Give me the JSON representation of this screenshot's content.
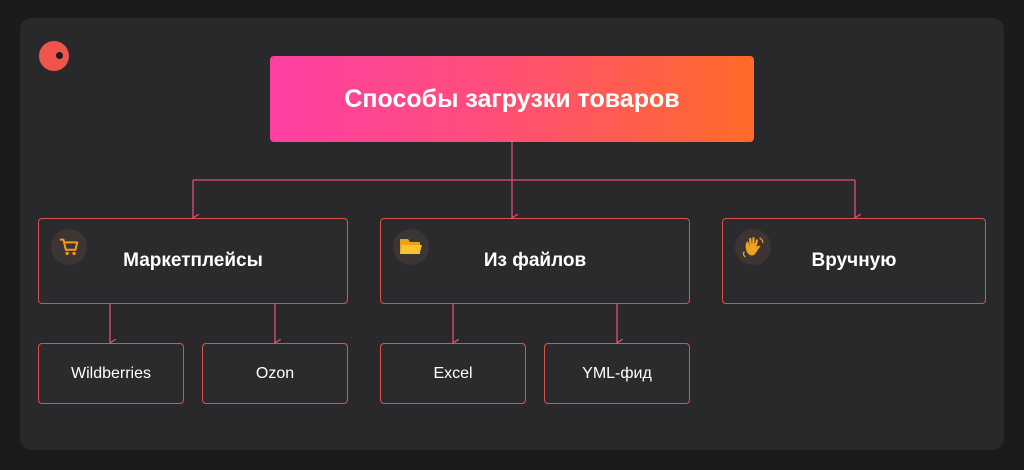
{
  "title": "Способы загрузки товаров",
  "categories": [
    {
      "label": "Маркетплейсы",
      "icon": "shopping-cart-icon",
      "children": [
        "Wildberries",
        "Ozon"
      ]
    },
    {
      "label": "Из файлов",
      "icon": "folder-icon",
      "children": [
        "Excel",
        "YML-фид"
      ]
    },
    {
      "label": "Вручную",
      "icon": "waving-hand-icon",
      "children": []
    }
  ],
  "colors": {
    "background": "#1b1b1d",
    "panel": "#29292c",
    "border": "#d9544a",
    "gradient_start": "#fe3fa3",
    "gradient_end": "#ff6b28",
    "logo": "#f0554d"
  }
}
